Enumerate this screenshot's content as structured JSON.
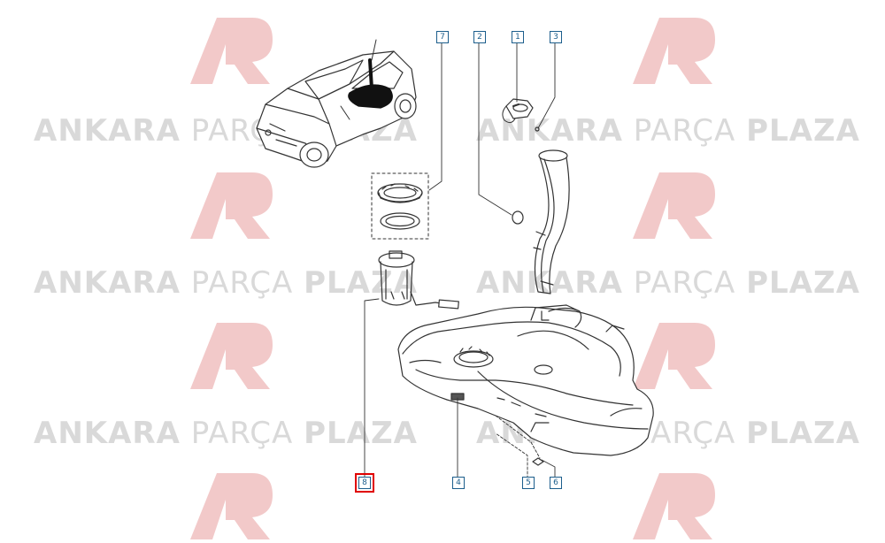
{
  "watermark": {
    "word1": "ANKARA",
    "word2": "PARÇA",
    "word3": "PLAZA",
    "logo_color": "#f2c9c9",
    "text_color": "#d9d9d9"
  },
  "callouts": [
    {
      "id": "c7",
      "label": "7",
      "selected": false
    },
    {
      "id": "c2",
      "label": "2",
      "selected": false
    },
    {
      "id": "c1",
      "label": "1",
      "selected": false
    },
    {
      "id": "c3",
      "label": "3",
      "selected": false
    },
    {
      "id": "c8",
      "label": "8",
      "selected": true
    },
    {
      "id": "c4",
      "label": "4",
      "selected": false
    },
    {
      "id": "c5",
      "label": "5",
      "selected": false
    },
    {
      "id": "c6",
      "label": "6",
      "selected": false
    }
  ],
  "colors": {
    "line": "#333333",
    "callout_border": "#1c5e8c",
    "highlight": "#e00000"
  }
}
